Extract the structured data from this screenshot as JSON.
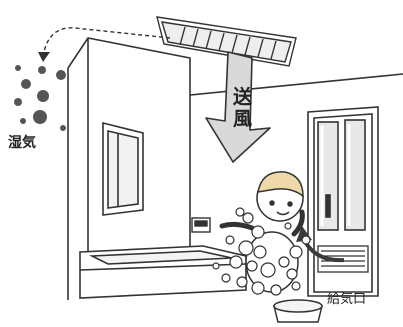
{
  "labels": {
    "humid_air": "湿気",
    "airflow_char1": "送",
    "airflow_char2": "風",
    "air_intake": "給気口"
  },
  "colors": {
    "line": "#333333",
    "arrow_fill": "#d9d9d9",
    "steam_dots": "#555555",
    "door_glass": "#e8e8e8",
    "intake_arrow": "#3a3a3a"
  }
}
